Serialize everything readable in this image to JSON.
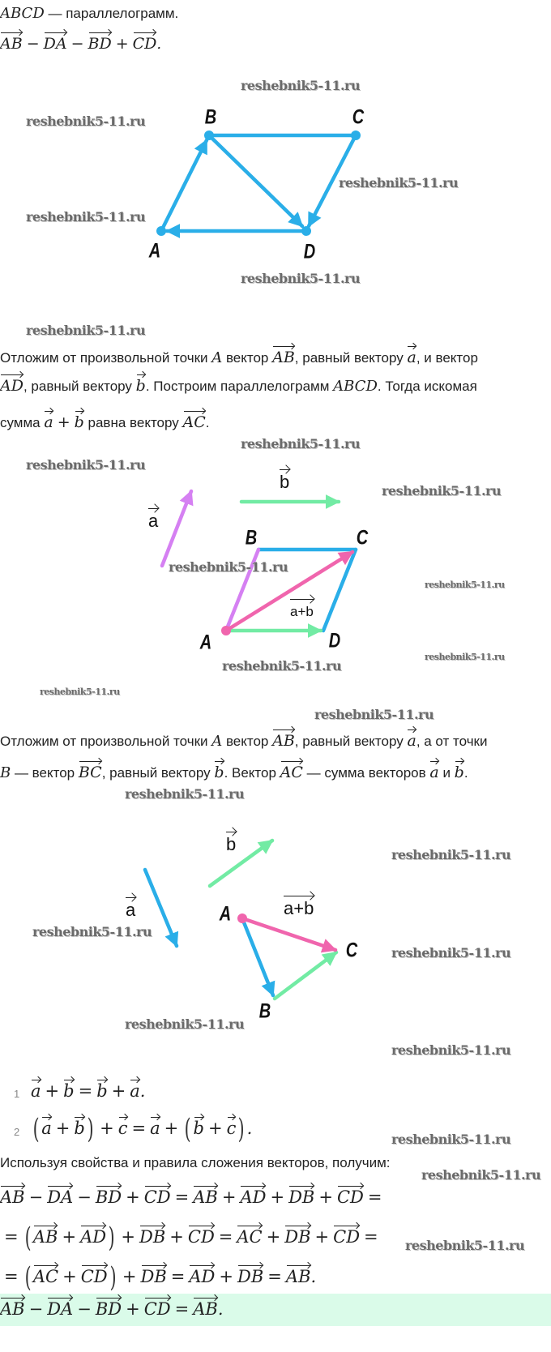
{
  "watermark": "reshebnik5-11.ru",
  "colors": {
    "blue": "#2aaee8",
    "green": "#72eba4",
    "pink": "#f065ad",
    "purple": "#d580f2",
    "highlight": "#dafbe9"
  },
  "header": {
    "line1": [
      [
        "m",
        "ABCD"
      ],
      [
        "t",
        " — параллелограмм."
      ]
    ],
    "line2": [
      [
        "v",
        "AB"
      ],
      [
        "o",
        "−"
      ],
      [
        "v",
        "DA"
      ],
      [
        "o",
        "−"
      ],
      [
        "v",
        "BD"
      ],
      [
        "o",
        "+"
      ],
      [
        "v",
        "CD"
      ],
      [
        "m",
        "."
      ]
    ]
  },
  "figure1": {
    "labels": {
      "A": "A",
      "B": "B",
      "C": "C",
      "D": "D"
    }
  },
  "paragraph1": {
    "lines": [
      [
        [
          "t",
          "Отложим от произвольной точки "
        ],
        [
          "m",
          "A"
        ],
        [
          "t",
          " вектор "
        ],
        [
          "v",
          "AB"
        ],
        [
          "t",
          ", равный вектору "
        ],
        [
          "v",
          "a"
        ],
        [
          "t",
          ", и вектор"
        ]
      ],
      [
        [
          "v",
          "AD"
        ],
        [
          "t",
          ", равный вектору "
        ],
        [
          "v",
          "b"
        ],
        [
          "t",
          ". Построим параллелограмм "
        ],
        [
          "m",
          "ABCD"
        ],
        [
          "t",
          ". Тогда искомая"
        ]
      ],
      [
        [
          "t",
          "сумма "
        ],
        [
          "v",
          "a"
        ],
        [
          "o",
          "+"
        ],
        [
          "v",
          "b"
        ],
        [
          "t",
          " равна вектору "
        ],
        [
          "v",
          "AC"
        ],
        [
          "t",
          "."
        ]
      ]
    ]
  },
  "figure2": {
    "vec_a": "a",
    "vec_b": "b",
    "sum": "a+b",
    "labels": {
      "A": "A",
      "B": "B",
      "C": "C",
      "D": "D"
    }
  },
  "paragraph2": {
    "lines": [
      [
        [
          "t",
          "Отложим от произвольной точки "
        ],
        [
          "m",
          "A"
        ],
        [
          "t",
          " вектор "
        ],
        [
          "v",
          "AB"
        ],
        [
          "t",
          ", равный вектору "
        ],
        [
          "v",
          "a"
        ],
        [
          "t",
          ", а от точки"
        ]
      ],
      [
        [
          "m",
          "B"
        ],
        [
          "t",
          " — вектор "
        ],
        [
          "v",
          "BC"
        ],
        [
          "t",
          ", равный вектору "
        ],
        [
          "v",
          "b"
        ],
        [
          "t",
          ". Вектор "
        ],
        [
          "v",
          "AC"
        ],
        [
          "t",
          " — сумма векторов "
        ],
        [
          "v",
          "a"
        ],
        [
          "t",
          " и "
        ],
        [
          "v",
          "b"
        ],
        [
          "t",
          "."
        ]
      ]
    ]
  },
  "figure3": {
    "vec_a": "a",
    "vec_b": "b",
    "sum": "a+b",
    "labels": {
      "A": "A",
      "B": "B",
      "C": "C"
    }
  },
  "properties": [
    {
      "number": "1",
      "expr": [
        [
          "v",
          "a"
        ],
        [
          "o",
          "+"
        ],
        [
          "v",
          "b"
        ],
        [
          "o",
          "="
        ],
        [
          "v",
          "b"
        ],
        [
          "o",
          "+"
        ],
        [
          "v",
          "a"
        ],
        [
          "m",
          "."
        ]
      ]
    },
    {
      "number": "2",
      "expr": [
        [
          "p",
          "("
        ],
        [
          "v",
          "a"
        ],
        [
          "o",
          "+"
        ],
        [
          "v",
          "b"
        ],
        [
          "p",
          ")"
        ],
        [
          "o",
          "+"
        ],
        [
          "v",
          "c"
        ],
        [
          "o",
          "="
        ],
        [
          "v",
          "a"
        ],
        [
          "o",
          "+"
        ],
        [
          "p",
          "("
        ],
        [
          "v",
          "b"
        ],
        [
          "o",
          "+"
        ],
        [
          "v",
          "c"
        ],
        [
          "p",
          ")"
        ],
        [
          "m",
          "."
        ]
      ]
    }
  ],
  "conclusion_intro": [
    [
      "t",
      "Используя свойства и правила сложения векторов, получим:"
    ]
  ],
  "derivation": [
    [
      [
        "v",
        "AB"
      ],
      [
        "o",
        "−"
      ],
      [
        "v",
        "DA"
      ],
      [
        "o",
        "−"
      ],
      [
        "v",
        "BD"
      ],
      [
        "o",
        "+"
      ],
      [
        "v",
        "CD"
      ],
      [
        "o",
        "="
      ],
      [
        "v",
        "AB"
      ],
      [
        "o",
        "+"
      ],
      [
        "v",
        "AD"
      ],
      [
        "o",
        "+"
      ],
      [
        "v",
        "DB"
      ],
      [
        "o",
        "+"
      ],
      [
        "v",
        "CD"
      ],
      [
        "o",
        "="
      ]
    ],
    [
      [
        "o",
        "="
      ],
      [
        "p",
        "("
      ],
      [
        "v",
        "AB"
      ],
      [
        "o",
        "+"
      ],
      [
        "v",
        "AD"
      ],
      [
        "p",
        ")"
      ],
      [
        "o",
        "+"
      ],
      [
        "v",
        "DB"
      ],
      [
        "o",
        "+"
      ],
      [
        "v",
        "CD"
      ],
      [
        "o",
        "="
      ],
      [
        "v",
        "AC"
      ],
      [
        "o",
        "+"
      ],
      [
        "v",
        "DB"
      ],
      [
        "o",
        "+"
      ],
      [
        "v",
        "CD"
      ],
      [
        "o",
        "="
      ]
    ],
    [
      [
        "o",
        "="
      ],
      [
        "p",
        "("
      ],
      [
        "v",
        "AC"
      ],
      [
        "o",
        "+"
      ],
      [
        "v",
        "CD"
      ],
      [
        "p",
        ")"
      ],
      [
        "o",
        "+"
      ],
      [
        "v",
        "DB"
      ],
      [
        "o",
        "="
      ],
      [
        "v",
        "AD"
      ],
      [
        "o",
        "+"
      ],
      [
        "v",
        "DB"
      ],
      [
        "o",
        "="
      ],
      [
        "v",
        "AB"
      ],
      [
        "m",
        "."
      ]
    ]
  ],
  "answer": [
    [
      "v",
      "AB"
    ],
    [
      "o",
      "−"
    ],
    [
      "v",
      "DA"
    ],
    [
      "o",
      "−"
    ],
    [
      "v",
      "BD"
    ],
    [
      "o",
      "+"
    ],
    [
      "v",
      "CD"
    ],
    [
      "o",
      "="
    ],
    [
      "v",
      "AB"
    ],
    [
      "m",
      "."
    ]
  ]
}
